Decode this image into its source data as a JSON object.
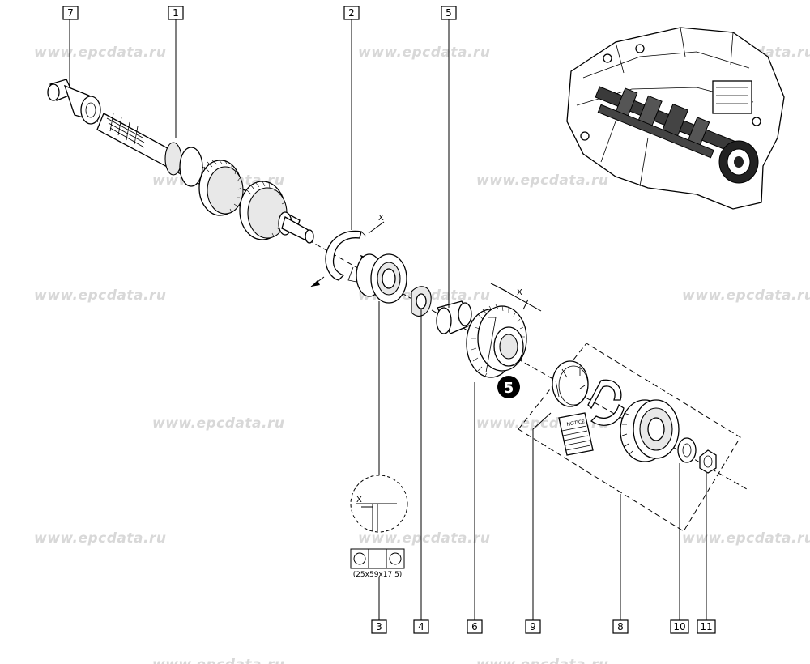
{
  "watermark": "www.epcdata.ru",
  "callouts": [
    {
      "id": "7",
      "label": "7"
    },
    {
      "id": "1",
      "label": "1"
    },
    {
      "id": "2",
      "label": "2"
    },
    {
      "id": "5",
      "label": "5"
    },
    {
      "id": "3",
      "label": "3"
    },
    {
      "id": "4",
      "label": "4"
    },
    {
      "id": "6",
      "label": "6"
    },
    {
      "id": "9",
      "label": "9"
    },
    {
      "id": "8",
      "label": "8"
    },
    {
      "id": "10",
      "label": "10"
    },
    {
      "id": "11",
      "label": "11"
    }
  ],
  "step_marker": "5",
  "dimension_label": "X",
  "bearing_size": "(25x59x17 5)",
  "notice_label": "NOTICE"
}
